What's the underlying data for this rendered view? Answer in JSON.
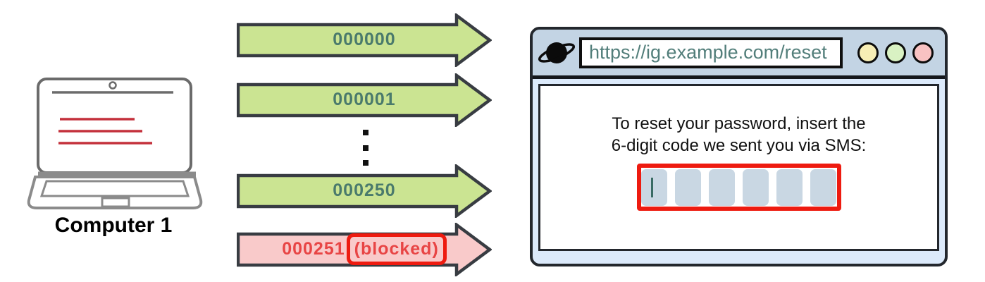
{
  "computer": {
    "label": "Computer 1"
  },
  "requests": {
    "arrows": [
      {
        "code": "000000",
        "status": "allowed"
      },
      {
        "code": "000001",
        "status": "allowed"
      },
      {
        "code": "000250",
        "status": "allowed"
      },
      {
        "code": "000251",
        "status": "blocked",
        "blocked_label": "(blocked)"
      }
    ],
    "ellipsis_dot_count": 3
  },
  "browser": {
    "url": "https://ig.example.com/reset",
    "window_buttons": [
      {
        "name": "window-button-1",
        "color": "#f7eeb5"
      },
      {
        "name": "window-button-2",
        "color": "#d9f2c3"
      },
      {
        "name": "window-button-3",
        "color": "#f8c2c2"
      }
    ],
    "page": {
      "instruction_line1": "To reset your password, insert the",
      "instruction_line2": "6-digit code we sent you via SMS:",
      "code_input": {
        "box_count": 6,
        "cursor_in_box": 1,
        "highlighted_red": true
      }
    }
  },
  "icons": {
    "browser_logo": "planet-saturn",
    "sender": "laptop",
    "separator": "vertical-ellipsis-dots"
  },
  "colors": {
    "arrow_green_fill": "#cbe492",
    "arrow_green_text": "#4a7a6c",
    "arrow_border": "#383c42",
    "arrow_blocked_fill": "#f9caca",
    "arrow_blocked_text": "#e84545",
    "blocked_outline_red": "#ee1b10",
    "toolbar_blue": "#c3d4e4",
    "window_frame_blue": "#dceafb",
    "url_text": "#527e7a",
    "code_box_fill": "#c9d7e3",
    "laptop_screen_lines_red": "#c4313c"
  }
}
